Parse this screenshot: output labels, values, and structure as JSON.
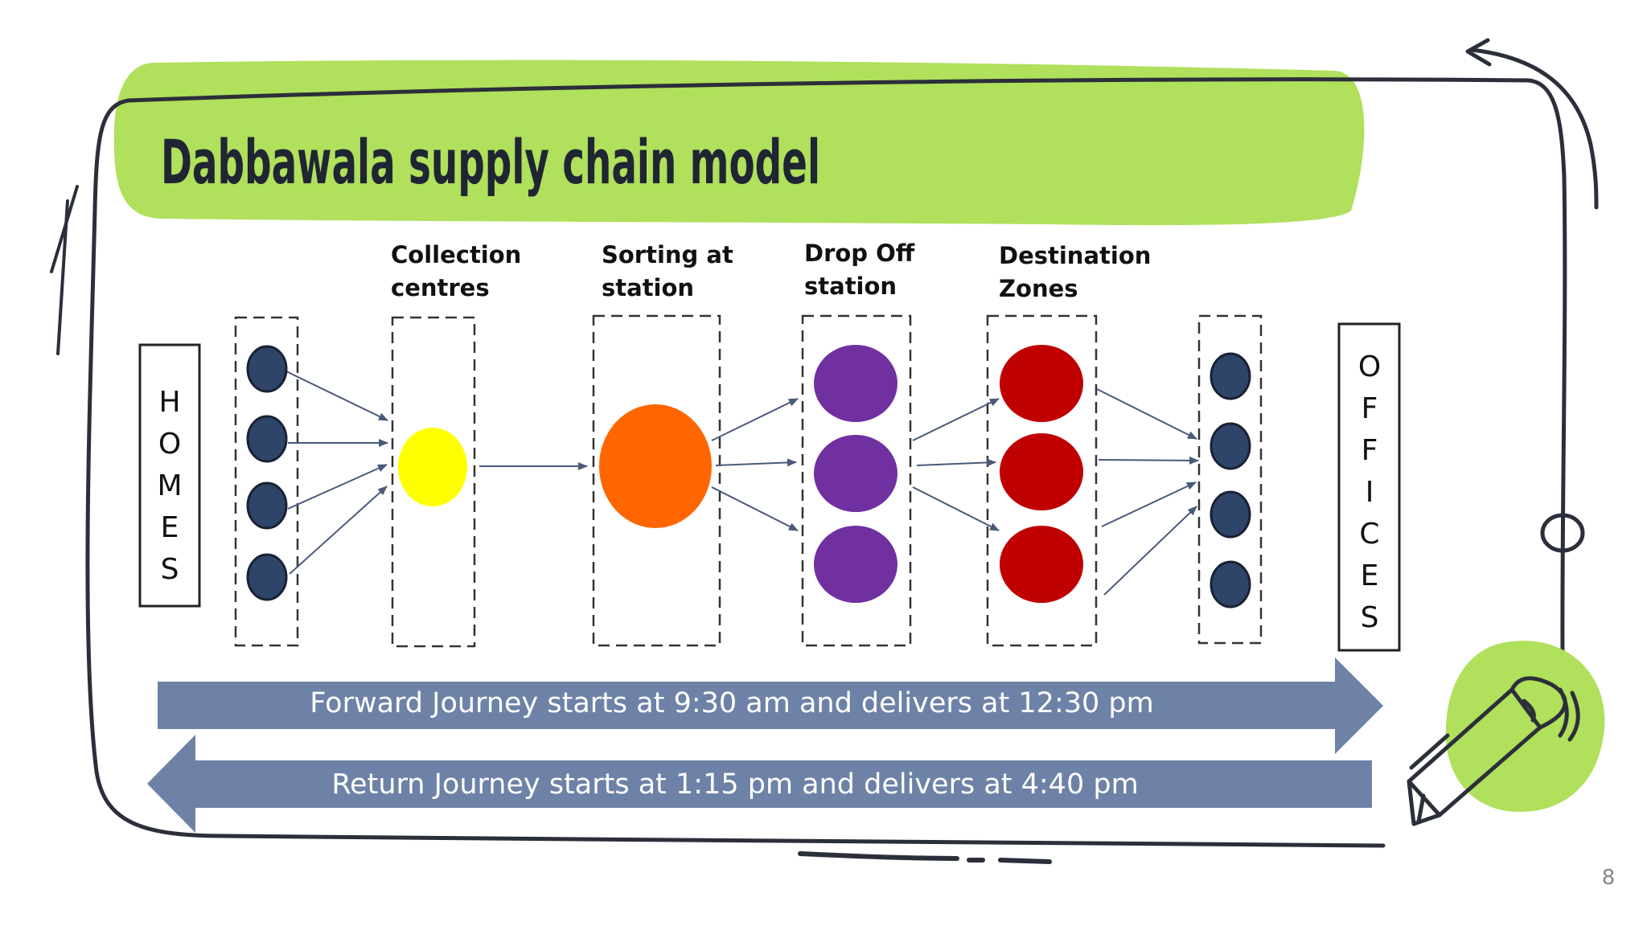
{
  "title": "Dabbawala supply chain model",
  "stage_labels": {
    "collection": [
      "Collection",
      "centres"
    ],
    "sorting": [
      "Sorting at",
      "station"
    ],
    "dropoff": [
      "Drop Off",
      "station"
    ],
    "destination": [
      "Destination",
      "Zones"
    ]
  },
  "endpoints": {
    "homes": [
      "H",
      "O",
      "M",
      "E",
      "S"
    ],
    "offices": [
      "O",
      "F",
      "F",
      "I",
      "C",
      "E",
      "S"
    ]
  },
  "journeys": {
    "forward": "Forward Journey starts at 9:30 am and delivers at 12:30 pm",
    "return": "Return Journey starts at 1:15 pm and delivers at 4:40 pm"
  },
  "page_number": "8",
  "colors": {
    "title_highlight": "#b0e05c",
    "home_office_node": "#2e4468",
    "collection_node": "#ffff00",
    "sorting_node": "#ff6600",
    "dropoff_node": "#7030a0",
    "destination_node": "#c00000",
    "journey_arrow": "#6d82a6",
    "ink": "#2b2f3a"
  },
  "icons": [
    "pencil-icon"
  ]
}
